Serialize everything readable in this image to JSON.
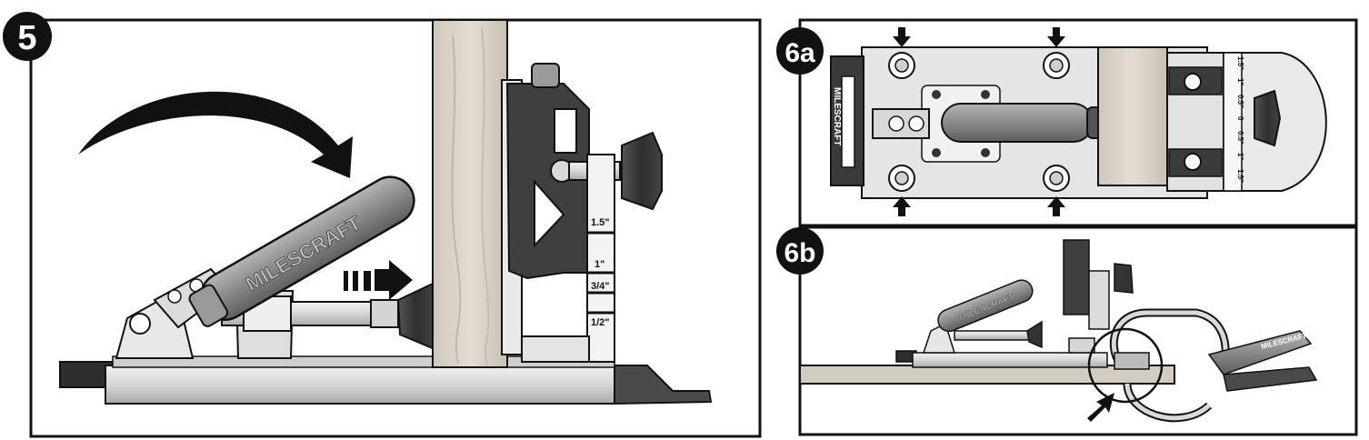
{
  "panel_5": {
    "step_label": "5",
    "handle_brand": "MILESCRAFT",
    "scale_marks": [
      "1.5\"",
      "1\"",
      "3/4\"",
      "1/2\""
    ]
  },
  "panel_6a": {
    "step_label": "6a",
    "base_brand": "MILESCRAFT",
    "scale_marks": [
      "1.5\"",
      "1\"",
      "0.5\"",
      "0",
      "0.5\"",
      "1\"",
      "1.5\""
    ]
  },
  "panel_6b": {
    "step_label": "6b",
    "handle_brand": "MILESCRAFT",
    "clamp_brand": "MILESCRAFT"
  },
  "colors": {
    "outline": "#111111",
    "metal_light": "#e6e6e6",
    "metal_mid": "#b8b8b8",
    "handle_gray": "#8c8c8c",
    "wood": "#d9d2c7",
    "dark_part": "#3a3a3a"
  }
}
